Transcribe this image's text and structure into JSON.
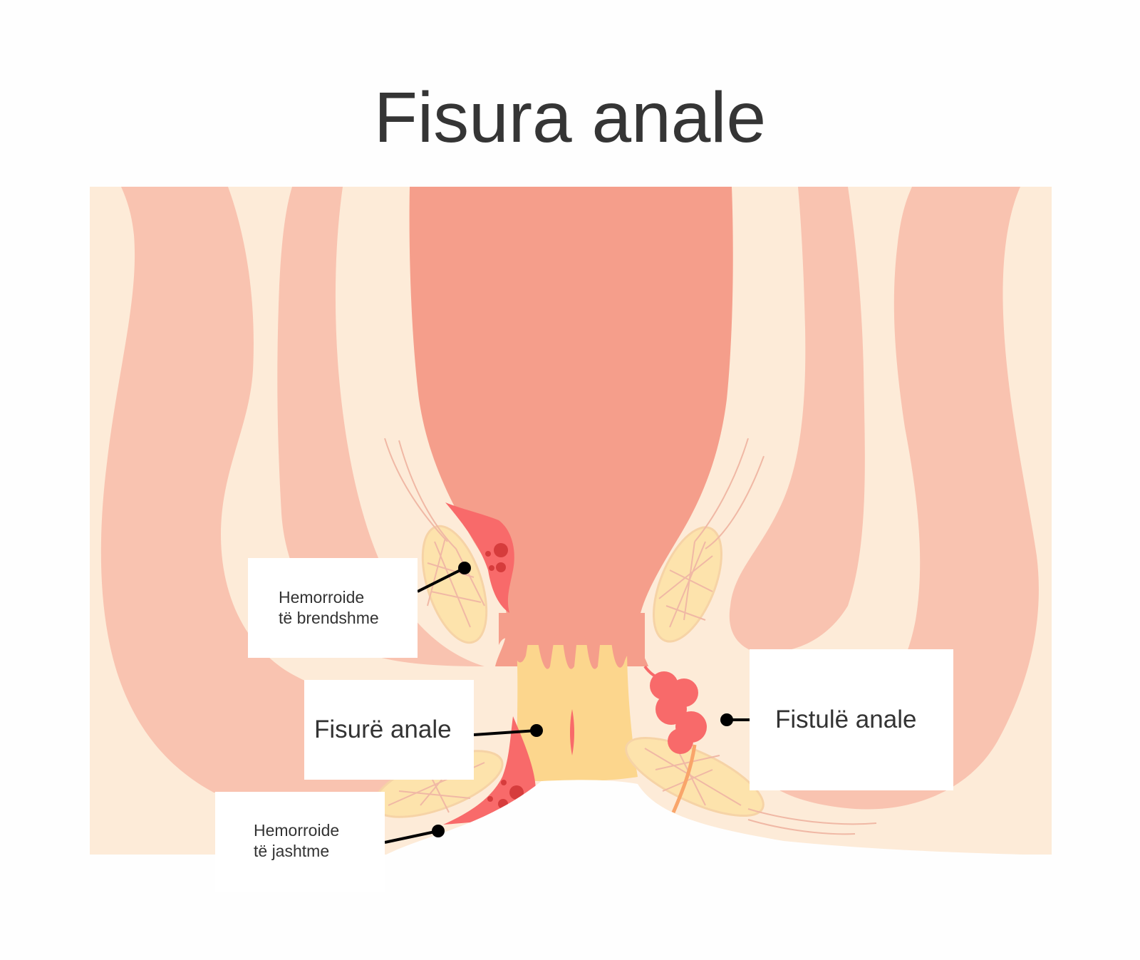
{
  "title": "Fisura anale",
  "labels": {
    "internal_hemorrhoids": "Hemorroide\ntë brendshme",
    "anal_fissure": "Fisurë anale",
    "external_hemorrhoids": "Hemorroide\ntë jashtme",
    "anal_fistula": "Fistulë anale"
  },
  "colors": {
    "background": "#fefefe",
    "skin_light": "#fdebd8",
    "muscle": "#f9c3b0",
    "rectum": "#f59e8b",
    "anal_canal": "#fcd68d",
    "inflamed": "#f86a6a",
    "dark_spot": "#d63c3c",
    "vein_line": "#f0b8a5",
    "fat_fill": "#fde3ac",
    "pointer": "#000000",
    "text": "#333333"
  }
}
